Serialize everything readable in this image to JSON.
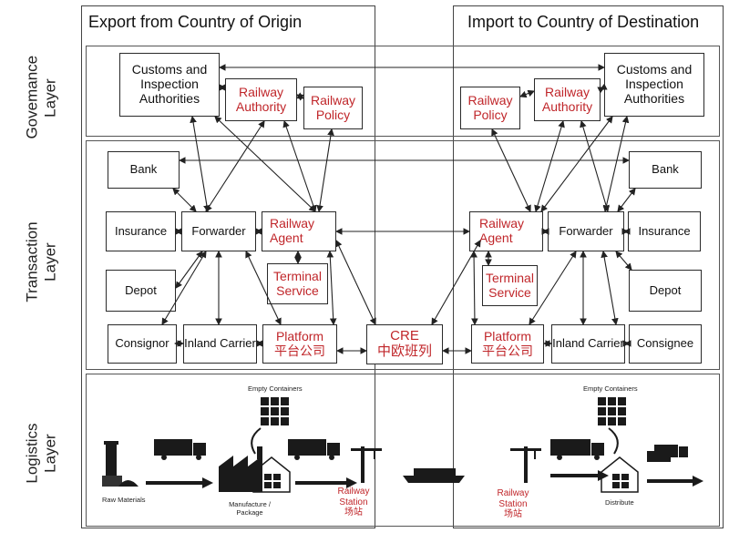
{
  "columns": {
    "export_title": "Export from Country of Origin",
    "import_title": "Import to Country of Destination"
  },
  "layers": {
    "governance": "Govemance Layer",
    "transaction": "Transaction Layer",
    "logistics": "Logistics Layer"
  },
  "export": {
    "customs": "Customs and Inspection Authorities",
    "railway_authority": "Railway Authority",
    "railway_policy": "Railway Policy",
    "bank": "Bank",
    "insurance": "Insurance",
    "forwarder": "Forwarder",
    "railway_agent": "Railway Agent",
    "depot": "Depot",
    "terminal_service": "Terminal Service",
    "consignor": "Consignor",
    "inland_carrier": "Inland Carrier",
    "platform_en": "Platform",
    "platform_cn": "平台公司"
  },
  "cre": {
    "en": "CRE",
    "cn": "中欧班列"
  },
  "import": {
    "customs": "Customs and Inspection Authorities",
    "railway_authority": "Railway Authority",
    "railway_policy": "Railway Policy",
    "bank": "Bank",
    "insurance": "Insurance",
    "forwarder": "Forwarder",
    "railway_agent": "Railway Agent",
    "depot": "Depot",
    "terminal_service": "Terminal Service",
    "consignee": "Consignee",
    "inland_carrier": "Inland Carrier",
    "platform_en": "Platform",
    "platform_cn": "平台公司"
  },
  "logistics": {
    "raw_materials": "Raw Materials",
    "empty_containers_left": "Empty Containers",
    "manufacture": "Manufacture / Package",
    "station_left_en": "Railway Station",
    "station_left_cn": "场站",
    "station_right_en": "Railway Station",
    "station_right_cn": "场站",
    "empty_containers_right": "Empty Containers",
    "distribute": "Distribute"
  },
  "colors": {
    "red_text": "#c0262a",
    "line": "#222222"
  }
}
